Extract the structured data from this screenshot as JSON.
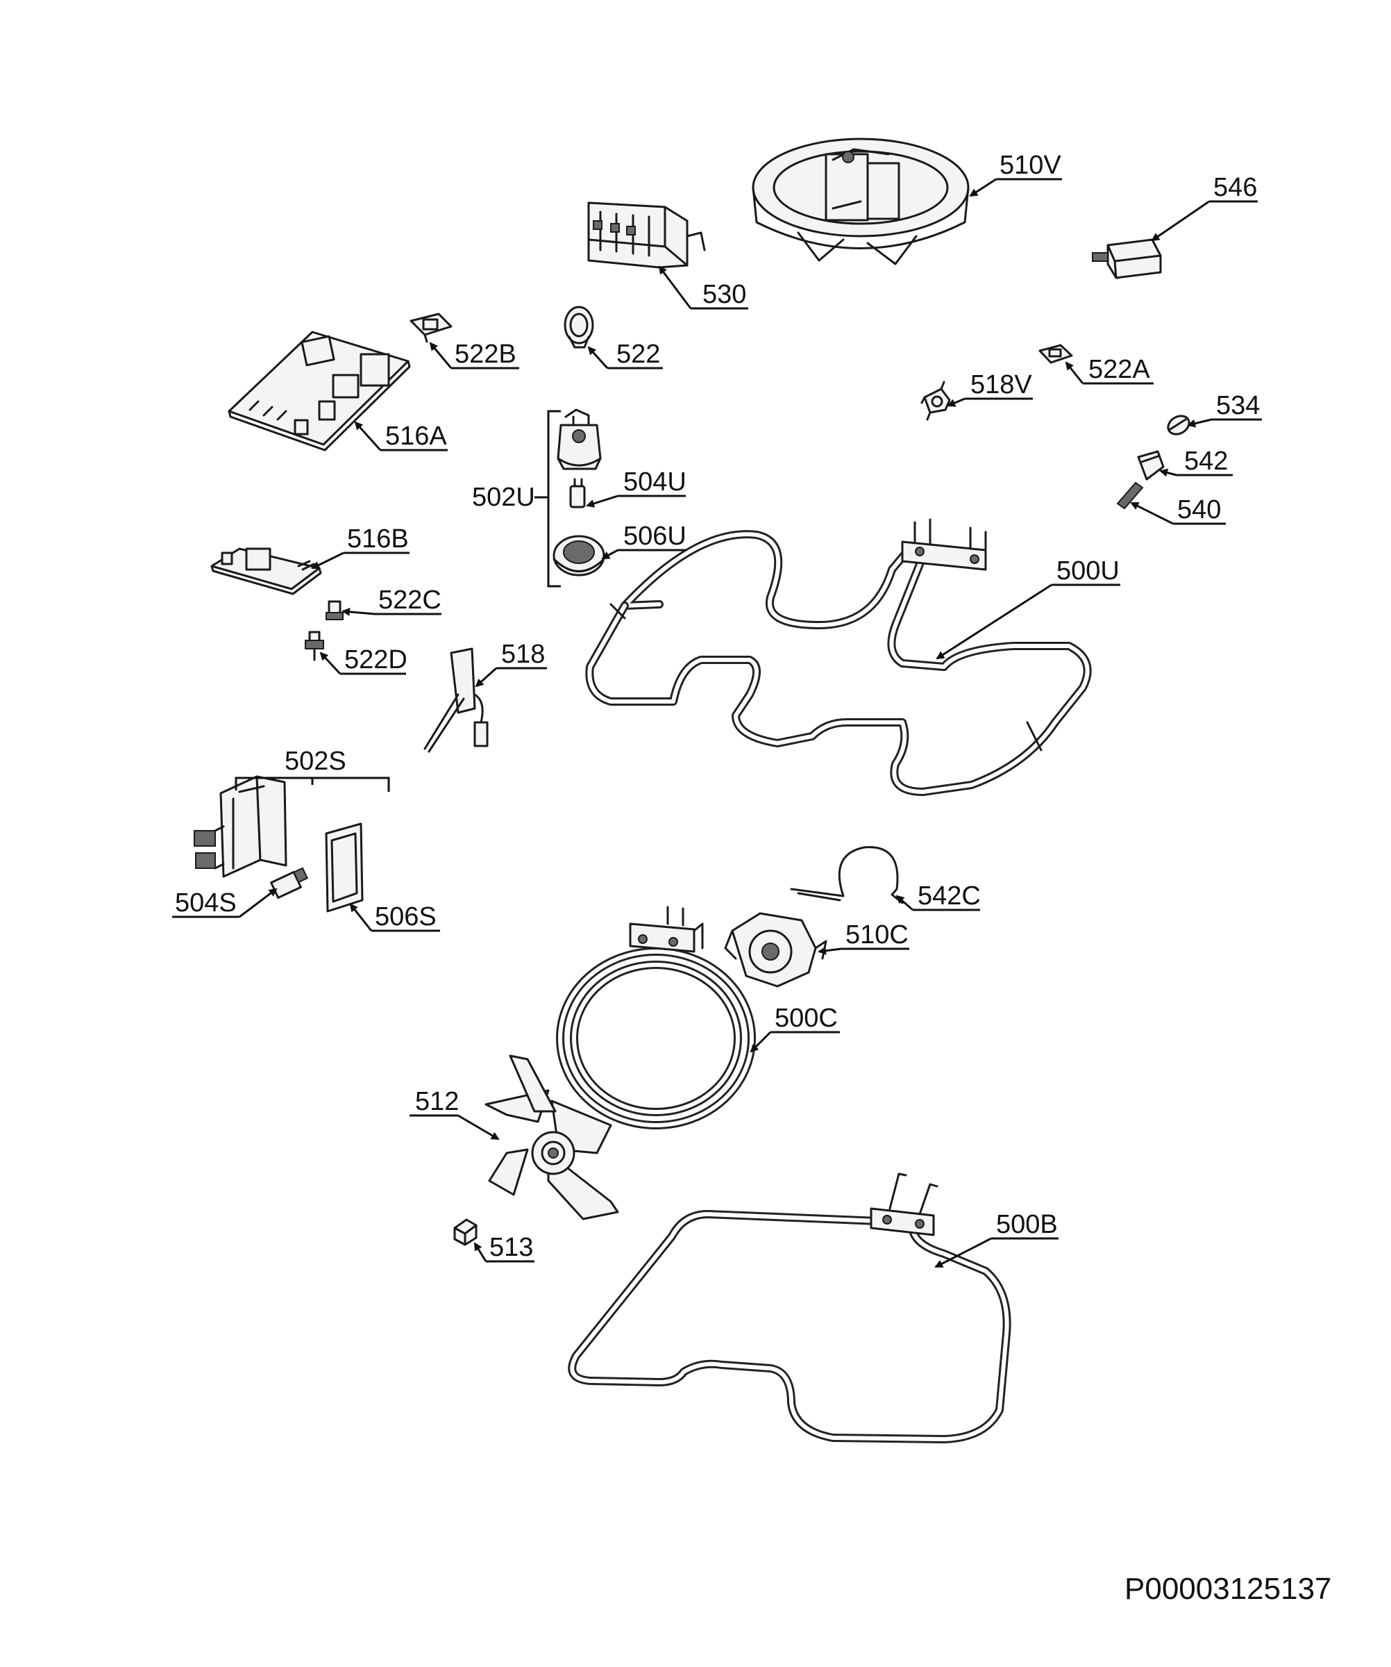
{
  "diagram_code": "P00003125137",
  "labels": {
    "510V": "510V",
    "546": "546",
    "530": "530",
    "522B": "522B",
    "522": "522",
    "522A": "522A",
    "518V": "518V",
    "516A": "516A",
    "534": "534",
    "542": "542",
    "540": "540",
    "502U": "502U",
    "504U": "504U",
    "506U": "506U",
    "516B": "516B",
    "500U": "500U",
    "522C": "522C",
    "522D": "522D",
    "518": "518",
    "502S": "502S",
    "504S": "504S",
    "506S": "506S",
    "542C": "542C",
    "510C": "510C",
    "500C": "500C",
    "512": "512",
    "513": "513",
    "500B": "500B"
  }
}
